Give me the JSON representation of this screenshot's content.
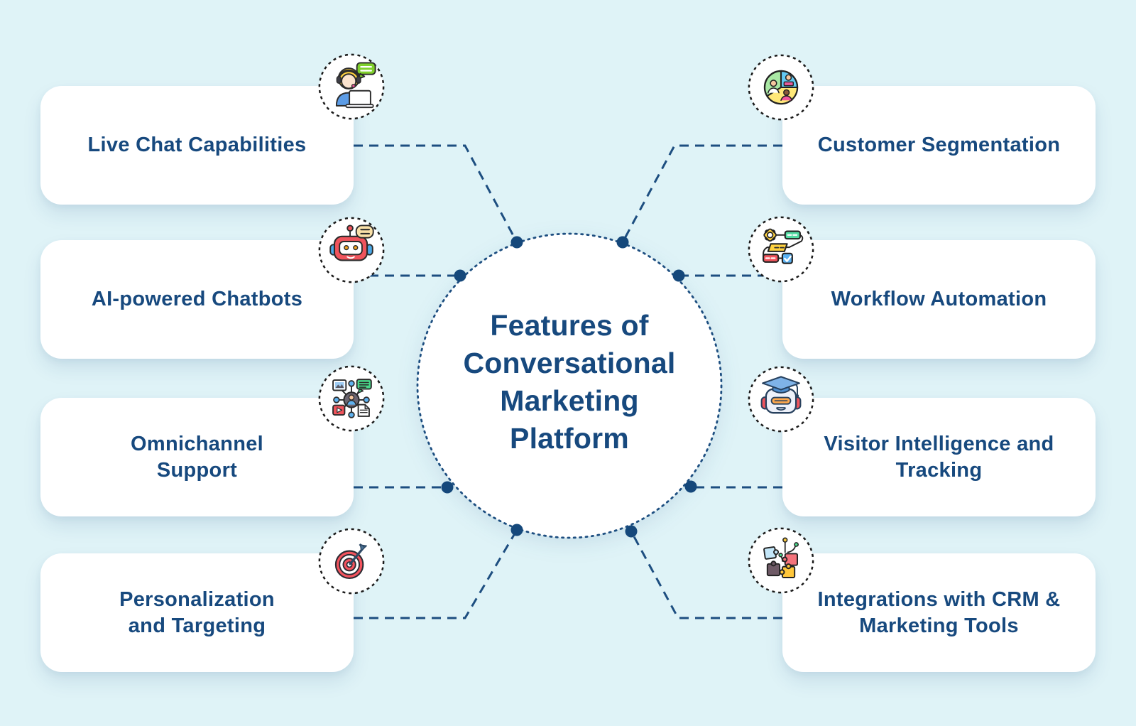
{
  "title": "Features of Conversational Marketing Platform",
  "center": {
    "lines": [
      "Features of",
      "Conversational",
      "Marketing",
      "Platform"
    ]
  },
  "colors": {
    "background": "#DFF3F7",
    "card": "#FFFFFF",
    "text": "#17497E",
    "line": "#1D4E80",
    "dot": "#15487B"
  },
  "features": [
    {
      "id": "live-chat",
      "label": "Live Chat Capabilities",
      "lines": [
        "Live Chat Capabilities",
        ""
      ],
      "side": "left",
      "icon": "support-agent-icon"
    },
    {
      "id": "ai-chatbots",
      "label": "AI-powered Chatbots",
      "lines": [
        "AI-powered Chatbots",
        ""
      ],
      "side": "left",
      "icon": "chatbot-icon"
    },
    {
      "id": "omnichannel",
      "label": "Omnichannel Support",
      "lines": [
        "Omnichannel",
        "Support"
      ],
      "side": "left",
      "icon": "omnichannel-icon"
    },
    {
      "id": "personalization",
      "label": "Personalization and Targeting",
      "lines": [
        "Personalization",
        "and Targeting"
      ],
      "side": "left",
      "icon": "target-icon"
    },
    {
      "id": "segmentation",
      "label": "Customer Segmentation",
      "lines": [
        "Customer Segmentation",
        ""
      ],
      "side": "right",
      "icon": "segmentation-pie-icon"
    },
    {
      "id": "workflow",
      "label": "Workflow Automation",
      "lines": [
        "Workflow Automation",
        ""
      ],
      "side": "right",
      "icon": "workflow-gear-icon"
    },
    {
      "id": "visitor",
      "label": "Visitor Intelligence and Tracking",
      "lines": [
        "Visitor Intelligence and",
        "Tracking"
      ],
      "side": "right",
      "icon": "graduate-robot-icon"
    },
    {
      "id": "integrations",
      "label": "Integrations with CRM & Marketing Tools",
      "lines": [
        "Integrations with CRM &",
        "Marketing Tools"
      ],
      "side": "right",
      "icon": "puzzle-pieces-icon"
    }
  ]
}
